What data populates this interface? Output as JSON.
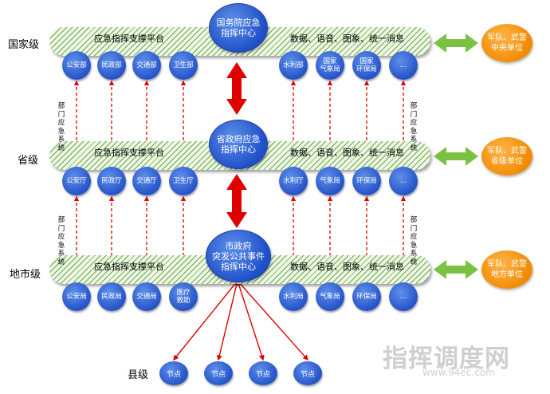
{
  "levels": {
    "national": "国家级",
    "provincial": "省级",
    "city": "地市级",
    "county": "县级"
  },
  "band_left_text": "应急指挥支撑平台",
  "band_right_text": "数据、语音、图象、统一消息",
  "centers": {
    "national": [
      "国务院应急",
      "指挥中心"
    ],
    "provincial": [
      "省政府应急",
      "指挥中心"
    ],
    "city": [
      "市政府",
      "突发公共事件",
      "指挥中心"
    ]
  },
  "national_nodes": [
    [
      "公安部"
    ],
    [
      "民政部"
    ],
    [
      "交通部"
    ],
    [
      "卫生部"
    ],
    [
      "水利部"
    ],
    [
      "国家",
      "气象局"
    ],
    [
      "国家",
      "环保局"
    ],
    [
      "…"
    ]
  ],
  "provincial_nodes": [
    [
      "公安厅"
    ],
    [
      "民政厅"
    ],
    [
      "交通厅"
    ],
    [
      "卫生厅"
    ],
    [
      "水利厅"
    ],
    [
      "气象局"
    ],
    [
      "环保局"
    ],
    [
      "…"
    ]
  ],
  "city_nodes": [
    [
      "公安局"
    ],
    [
      "民政局"
    ],
    [
      "交通局"
    ],
    [
      "医疗",
      "救助"
    ],
    [
      "水利局"
    ],
    [
      "气象局"
    ],
    [
      "环保局"
    ],
    [
      "…"
    ]
  ],
  "dept_system_label": [
    "部",
    "门",
    "应",
    "急",
    "系",
    "统"
  ],
  "military": {
    "national": [
      "军队、武警",
      "中央单位"
    ],
    "provincial": [
      "军队、武警",
      "省级单位"
    ],
    "city": [
      "军队、武警",
      "地方单位"
    ]
  },
  "county_nodes": [
    "节点",
    "节点",
    "节点",
    "节点"
  ],
  "watermark": {
    "title": "指挥调度网",
    "url": "www.94ec.com"
  },
  "colors": {
    "node_blue": "#2452c8",
    "arrow_red": "#e00000",
    "arrow_green": "#7cc242",
    "orange": "#f08a00"
  }
}
